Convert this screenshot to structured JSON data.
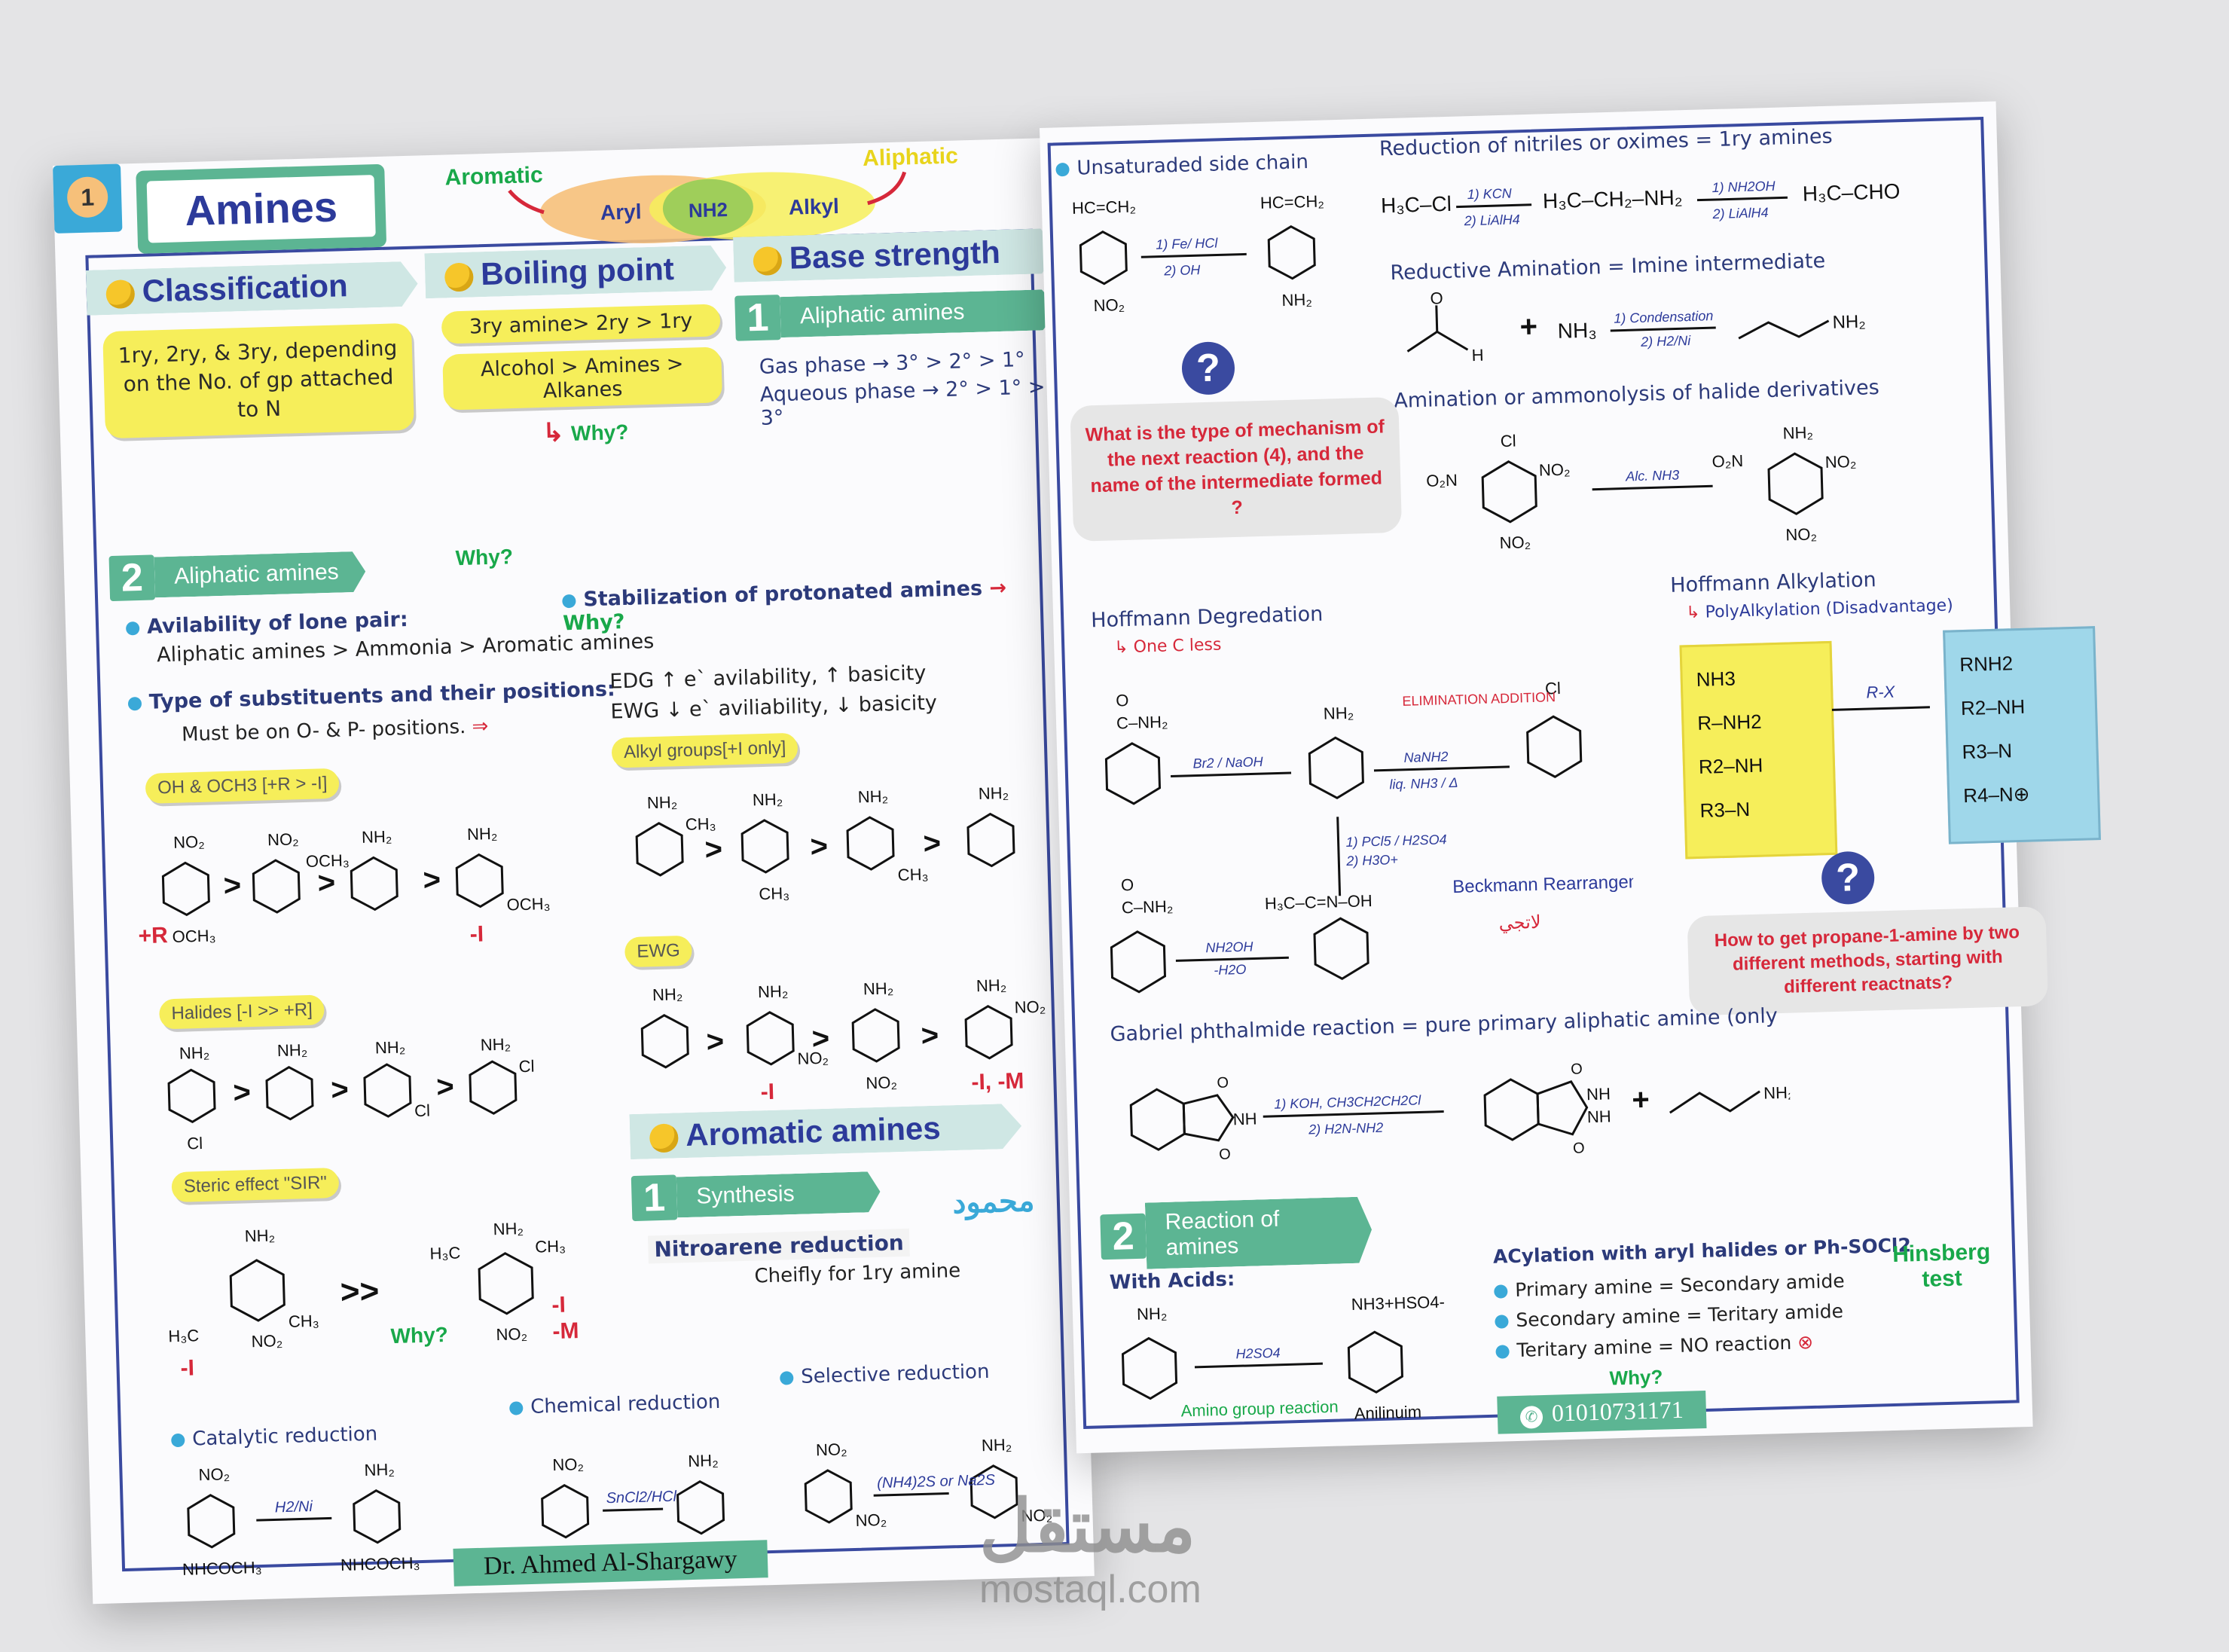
{
  "page_number": "1",
  "title": "Amines",
  "header_diagram": {
    "aromatic": "Aromatic",
    "aryl": "Aryl",
    "nh2": "NH2",
    "alkyl": "Alkyl",
    "aliphatic": "Aliphatic"
  },
  "classification": {
    "heading": "Classification",
    "text": "1ry, 2ry, & 3ry, depending on the No. of gp attached to N"
  },
  "boiling_point": {
    "heading": "Boiling point",
    "line1": "3ry amine> 2ry > 1ry",
    "line2": "Alcohol > Amines > Alkanes",
    "why": "Why?"
  },
  "base_strength": {
    "heading": "Base strength",
    "tab": "1",
    "ribbon": "Aliphatic amines",
    "gas": "Gas phase → 3° > 2° > 1°",
    "aqueous": "Aqueous phase → 2° > 1° > 3°"
  },
  "aliphatic_section": {
    "tab": "2",
    "ribbon": "Aliphatic amines",
    "why1": "Why?",
    "lone_pair": "Avilability of lone pair:",
    "lone_pair_order": "Aliphatic amines > Ammonia > Aromatic amines",
    "stabilization": "Stabilization of protonated amines",
    "why2": "Why?",
    "substituents": "Type of substituents and their positions:",
    "must": "Must be on O- & P- positions.",
    "edg": "EDG ↑ e` avilability, ↑ basicity",
    "ewg": "EWG ↓ e` aviliability, ↓ basicity"
  },
  "tags": {
    "oh_och3": "OH & OCH3 [+R > -I]",
    "halides": "Halides [-I >> +R]",
    "steric": "Steric effect \"SIR\"",
    "alkyl": "Alkyl groups[+I only]",
    "ewg": "EWG"
  },
  "effect_labels": {
    "plus_r": "+R",
    "minus_i": "-I",
    "minus_i2": "-I",
    "minus_i_minus_m": "-I, -M",
    "minus_i_left": "-I",
    "minus_i_right": "-I",
    "minus_m": "-M",
    "why_steric": "Why?"
  },
  "aromatic_amines": {
    "heading": "Aromatic amines",
    "tab": "1",
    "ribbon": "Synthesis",
    "nitro": "Nitroarene reduction",
    "cheifly": "Cheifly for 1ry amine"
  },
  "reductions": {
    "catalytic": "Catalytic reduction",
    "chemical": "Chemical reduction",
    "selective": "Selective reduction",
    "cat_reagent": "H2/Ni",
    "chem_reagent": "SnCl2/HCl",
    "sel_reagent": "(NH4)2S or Na2S"
  },
  "author": "Dr. Ahmed Al-Shargawy",
  "watermark_brand": "مستقل",
  "watermark_site": "mostaql.com",
  "arabic_logo": "محمود",
  "right_top": {
    "unsaturated": "Unsaturaded side chain",
    "unsat_reagent1": "1) Fe/ HCl",
    "unsat_reagent2": "2) OH",
    "nitriles": "Reduction of nitriles or oximes = 1ry amines",
    "kcn1": "1) KCN",
    "kcn2": "2) LiAlH4",
    "nh2oh1": "1) NH2OH",
    "nh2oh2": "2) LiAlH4",
    "reductive": "Reductive Amination = Imine intermediate",
    "cond1": "1) Condensation",
    "cond2": "2) H2/Ni",
    "amination": "Amination or ammonolysis of halide derivatives",
    "alc_nh3": "Alc. NH3"
  },
  "question1": "What is the type of mechanism of the next reaction (4), and the name of the intermediate formed ?",
  "hoffmann_deg": {
    "heading": "Hoffmann Degredation",
    "note": "One C less",
    "br2": "Br2 / NaOH",
    "nanh2": "NaNH2",
    "liq": "liq. NH3 / Δ",
    "elim": "ELIMINATION ADDITION",
    "pcl5": "1) PCl5 / H2SO4",
    "h3o": "2) H3O+",
    "nh2oh": "NH2OH",
    "h2o": "-H2O",
    "beckmann": "Beckmann Rearrangement",
    "arabic": "لاتجي"
  },
  "hoffmann_alk": {
    "heading": "Hoffmann Alkylation",
    "note": "PolyAlkylation (Disadvantage)",
    "left": [
      "NH3",
      "R–NH2",
      "R2–NH",
      "R3–N"
    ],
    "reagent": "R-X",
    "right": [
      "RNH2",
      "R2–NH",
      "R3–N",
      "R4–N⊕"
    ]
  },
  "question2": "How to get propane-1-amine by two different methods, starting with different reactnats?",
  "gabriel": {
    "heading": "Gabriel phthalmide reaction = pure primary aliphatic amine (only",
    "r1": "1) KOH, CH3CH2CH2Cl",
    "r2": "2) H2N-NH2"
  },
  "reactions": {
    "tab": "2",
    "ribbon": "Reaction of amines",
    "acids": "With Acids:",
    "h2so4": "H2SO4",
    "amino_group": "Amino group reaction",
    "anilinium": "Anilinuim",
    "salt": "NH3+HSO4-"
  },
  "acylation": {
    "heading": "ACylation with aryl halides or Ph-SOCl2",
    "primary": "Primary amine = Secondary amide",
    "secondary": "Secondary amine = Teritary amide",
    "tertiary": "Teritary amine = NO reaction",
    "why": "Why?",
    "hinsberg": "Hinsberg test"
  },
  "phone": "01010731171",
  "colors": {
    "accent": "#5cb593",
    "frame": "#3a4aa0",
    "highlight": "#f6ee5a",
    "red": "#d6283a"
  }
}
